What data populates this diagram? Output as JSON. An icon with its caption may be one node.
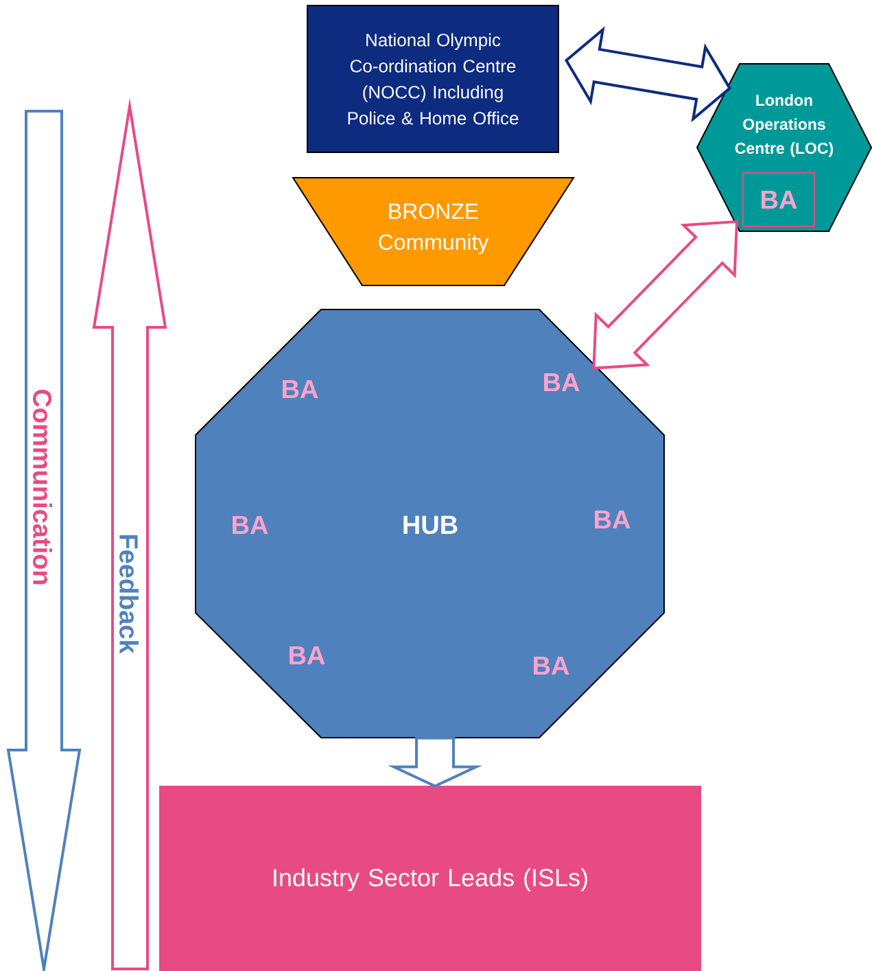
{
  "diagram": {
    "nodes": [
      {
        "text": [
          "National Olympic Co-ordination Centre (NOCC) Including Police & Home Office"
        ]
      },
      {
        "text": [
          "London Operations Centre (LOC)"
        ]
      },
      {
        "text": [
          "BA"
        ],
        "in": 1
      },
      {
        "text": [
          "BRONZE Community"
        ]
      },
      {
        "text": [
          "BA",
          "BA",
          "BA",
          "HUB",
          "BA",
          "BA",
          "BA"
        ]
      },
      {
        "text": [
          "Industry Sector Leads (ISLs)"
        ]
      }
    ],
    "edges": [
      {
        "from": 0,
        "to": 1,
        "arrow": "both",
        "color": "#0d2c80"
      },
      {
        "from": 4,
        "to": 2,
        "arrow": "both",
        "color": "#e84a84"
      },
      {
        "from": 4,
        "to": 5,
        "arrow": "to",
        "color": "#4f81bd"
      }
    ],
    "labels": [
      "Communication",
      "Feedback"
    ]
  }
}
